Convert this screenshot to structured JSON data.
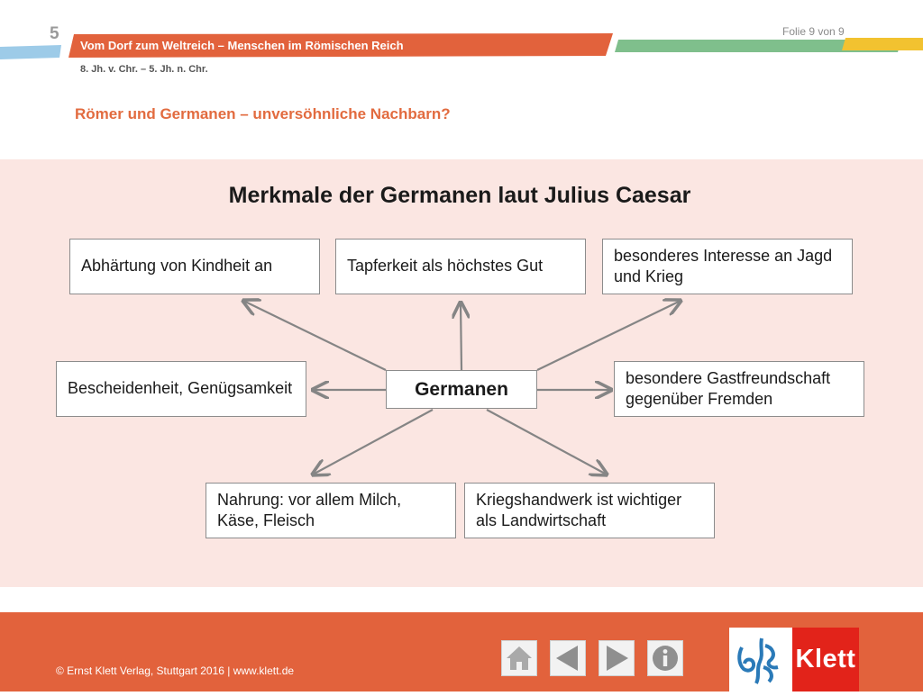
{
  "header": {
    "chapter_number": "5",
    "unit_title": "Vom Dorf zum Weltreich – Menschen im Römischen Reich",
    "era": "8. Jh. v. Chr. – 5. Jh. n. Chr.",
    "slide_counter": "Folie 9 von 9",
    "subtitle": "Römer und Germanen – unversöhnliche Nachbarn?"
  },
  "diagram": {
    "title": "Merkmale der Germanen laut Julius Caesar",
    "center": "Germanen",
    "items": [
      "Abhärtung von Kindheit an",
      "Tapferkeit als höchstes Gut",
      "besonderes Interesse an Jagd und Krieg",
      "Bescheidenheit, Genügsamkeit",
      "besondere Gastfreundschaft gegenüber Fremden",
      "Nahrung: vor allem Milch, Käse, Fleisch",
      "Kriegshandwerk ist wichtiger als Landwirtschaft"
    ]
  },
  "footer": {
    "copyright": "© Ernst Klett Verlag, Stuttgart 2016 | www.klett.de",
    "logo_text": "Klett",
    "nav_icons": [
      "home-icon",
      "previous-icon",
      "next-icon",
      "info-icon"
    ]
  },
  "colors": {
    "accent_orange": "#e2623c",
    "subtitle_orange": "#e26b3f",
    "panel_background": "#fbe6e2",
    "klett_red": "#e2231a",
    "bar_blue": "#9dcbe8",
    "bar_green": "#7fbf8c",
    "bar_yellow": "#f2c230"
  }
}
